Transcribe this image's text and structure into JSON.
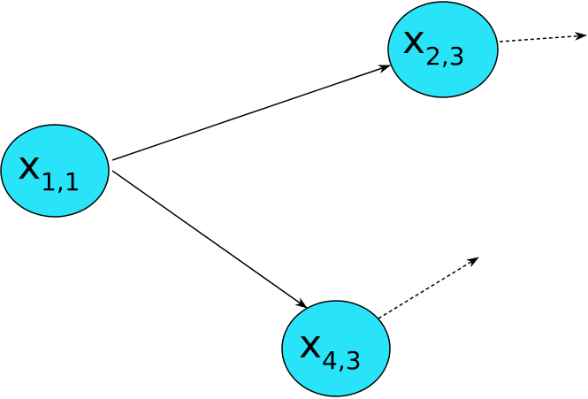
{
  "colors": {
    "node_fill": "#29E4F8",
    "node_stroke": "#000000",
    "edge": "#000000"
  },
  "nodes": [
    {
      "id": "x11",
      "symbol": "x",
      "subscript": "1,1"
    },
    {
      "id": "x23",
      "symbol": "x",
      "subscript": "2,3"
    },
    {
      "id": "x43",
      "symbol": "x",
      "subscript": "4,3"
    }
  ],
  "edges": [
    {
      "from": "x11",
      "to": "x23",
      "style": "solid"
    },
    {
      "from": "x11",
      "to": "x43",
      "style": "solid"
    },
    {
      "from": "x23",
      "to": null,
      "style": "dashed"
    },
    {
      "from": "x43",
      "to": null,
      "style": "dashed"
    }
  ]
}
